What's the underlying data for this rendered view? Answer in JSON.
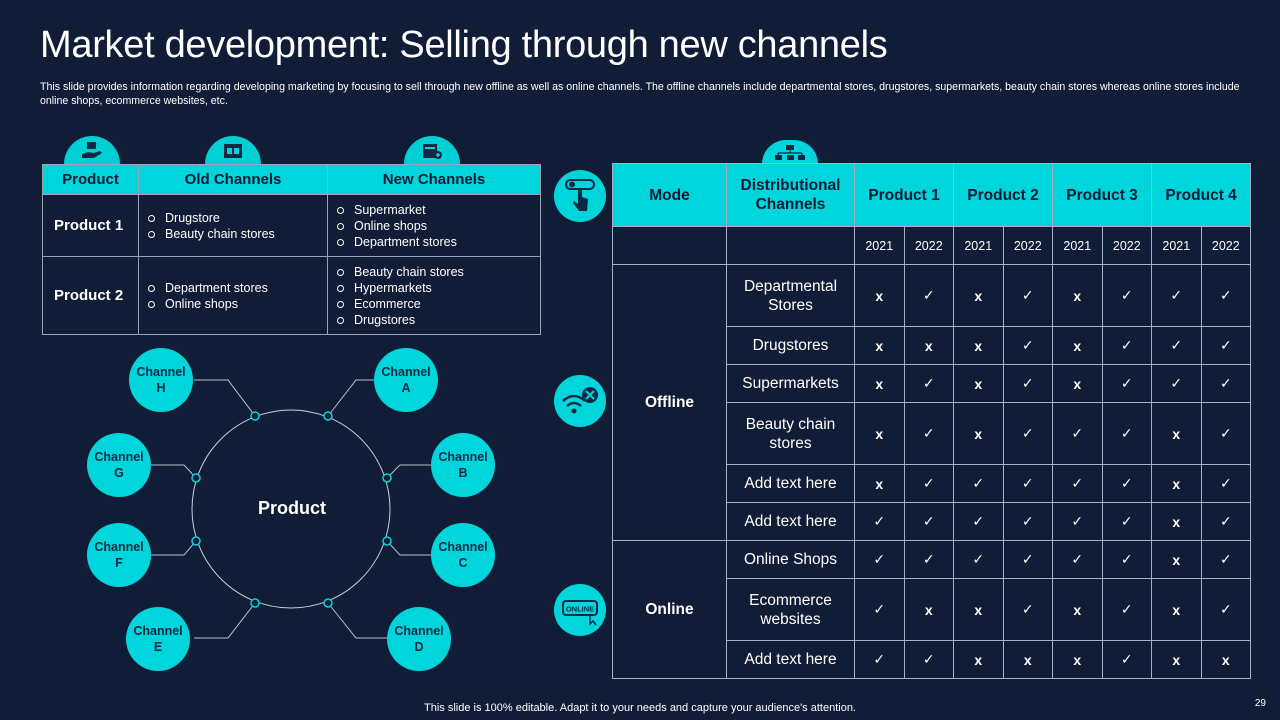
{
  "title": "Market development: Selling through new channels",
  "subtitle": "This slide provides information regarding developing marketing by focusing to sell through new offline as well as online channels. The offline channels include departmental stores, drugstores, supermarkets, beauty chain stores whereas online stores include online shops, ecommerce websites, etc.",
  "product_table": {
    "headers": [
      "Product",
      "Old Channels",
      "New Channels"
    ],
    "rows": [
      {
        "product": "Product 1",
        "old": [
          "Drugstore",
          "Beauty chain stores"
        ],
        "new": [
          "Supermarket",
          "Online shops",
          "Department stores"
        ]
      },
      {
        "product": "Product 2",
        "old": [
          "Department stores",
          "Online shops"
        ],
        "new": [
          "Beauty chain stores",
          "Hypermarkets",
          "Ecommerce",
          "Drugstores"
        ]
      }
    ]
  },
  "diagram": {
    "center": "Product",
    "channels": [
      "Channel\nA",
      "Channel\nB",
      "Channel\nC",
      "Channel\nD",
      "Channel\nE",
      "Channel\nF",
      "Channel\nG",
      "Channel\nH"
    ]
  },
  "matrix": {
    "headers": {
      "mode": "Mode",
      "channels": "Distributional Channels",
      "products": [
        "Product 1",
        "Product 2",
        "Product 3",
        "Product 4"
      ]
    },
    "years": [
      "2021",
      "2022",
      "2021",
      "2022",
      "2021",
      "2022",
      "2021",
      "2022"
    ],
    "groups": [
      {
        "mode": "Offline",
        "rows": [
          {
            "channel": "Departmental Stores",
            "marks": [
              "x",
              "✓",
              "x",
              "✓",
              "x",
              "✓",
              "✓",
              "✓"
            ]
          },
          {
            "channel": "Drugstores",
            "marks": [
              "x",
              "x",
              "x",
              "✓",
              "x",
              "✓",
              "✓",
              "✓"
            ]
          },
          {
            "channel": "Supermarkets",
            "marks": [
              "x",
              "✓",
              "x",
              "✓",
              "x",
              "✓",
              "✓",
              "✓"
            ]
          },
          {
            "channel": "Beauty chain stores",
            "marks": [
              "x",
              "✓",
              "x",
              "✓",
              "✓",
              "✓",
              "x",
              "✓"
            ]
          },
          {
            "channel": "Add text here",
            "marks": [
              "x",
              "✓",
              "✓",
              "✓",
              "✓",
              "✓",
              "x",
              "✓"
            ]
          },
          {
            "channel": "Add text here",
            "marks": [
              "✓",
              "✓",
              "✓",
              "✓",
              "✓",
              "✓",
              "x",
              "✓"
            ]
          }
        ]
      },
      {
        "mode": "Online",
        "rows": [
          {
            "channel": "Online Shops",
            "marks": [
              "✓",
              "✓",
              "✓",
              "✓",
              "✓",
              "✓",
              "x",
              "✓"
            ]
          },
          {
            "channel": "Ecommerce websites",
            "marks": [
              "✓",
              "x",
              "x",
              "✓",
              "x",
              "✓",
              "x",
              "✓"
            ]
          },
          {
            "channel": "Add text here",
            "marks": [
              "✓",
              "✓",
              "x",
              "x",
              "x",
              "✓",
              "x",
              "x"
            ]
          }
        ]
      }
    ]
  },
  "icons": {
    "online_badge": "ONLINE"
  },
  "footer": "This slide is 100% editable. Adapt it to your needs and capture your audience's attention.",
  "page_number": "29",
  "colors": {
    "background": "#111d36",
    "accent": "#00d5dc"
  }
}
